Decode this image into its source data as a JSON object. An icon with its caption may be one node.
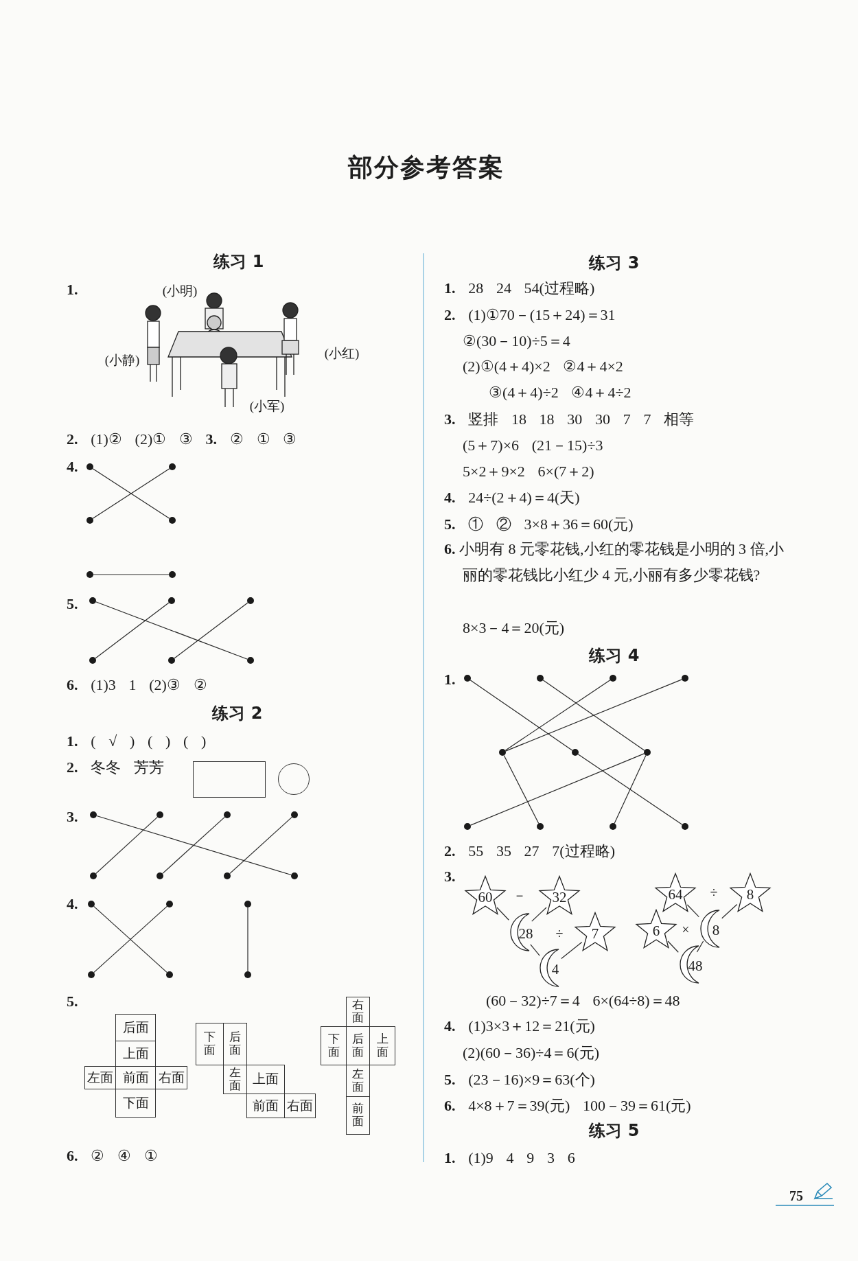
{
  "diagram": {
    "title": "部分参考答案",
    "nodes": [
      {
        "text": [],
        "shape": "dot"
      },
      {
        "text": [],
        "shape": "dot"
      },
      {
        "text": [],
        "shape": "dot"
      },
      {
        "text": [],
        "shape": "dot"
      },
      {
        "text": [],
        "shape": "dot"
      },
      {
        "text": [],
        "shape": "dot"
      },
      {
        "text": [],
        "shape": "dot"
      },
      {
        "text": [],
        "shape": "dot"
      },
      {
        "text": [],
        "shape": "dot"
      },
      {
        "text": [],
        "shape": "dot"
      },
      {
        "text": [],
        "shape": "dot"
      },
      {
        "text": [],
        "shape": "dot"
      },
      {
        "text": [],
        "shape": "box"
      },
      {
        "text": [],
        "shape": "circle"
      },
      {
        "text": [],
        "shape": "dot"
      },
      {
        "text": [],
        "shape": "dot"
      },
      {
        "text": [],
        "shape": "dot"
      },
      {
        "text": [],
        "shape": "dot"
      },
      {
        "text": [],
        "shape": "dot"
      },
      {
        "text": [],
        "shape": "dot"
      },
      {
        "text": [],
        "shape": "dot"
      },
      {
        "text": [],
        "shape": "dot"
      },
      {
        "text": [],
        "shape": "dot"
      },
      {
        "text": [],
        "shape": "dot"
      },
      {
        "text": [],
        "shape": "dot"
      },
      {
        "text": [],
        "shape": "dot"
      },
      {
        "text": [],
        "shape": "dot"
      },
      {
        "text": [],
        "shape": "dot"
      },
      {
        "text": [
          "后面"
        ]
      },
      {
        "text": [
          "上面"
        ]
      },
      {
        "text": [
          "左面"
        ]
      },
      {
        "text": [
          "前面"
        ]
      },
      {
        "text": [
          "右面"
        ]
      },
      {
        "text": [
          "下面"
        ]
      },
      {
        "text": [
          "下面"
        ]
      },
      {
        "text": [
          "后面"
        ]
      },
      {
        "text": [
          "左面"
        ]
      },
      {
        "text": [
          "上面"
        ]
      },
      {
        "text": [
          "前面"
        ]
      },
      {
        "text": [
          "右面"
        ]
      },
      {
        "text": [
          "右面"
        ]
      },
      {
        "text": [
          "下面"
        ]
      },
      {
        "text": [
          "后面"
        ]
      },
      {
        "text": [
          "上面"
        ]
      },
      {
        "text": [
          "左面"
        ]
      },
      {
        "text": [
          "前面"
        ]
      },
      {
        "text": [],
        "shape": "dot"
      },
      {
        "text": [],
        "shape": "dot"
      },
      {
        "text": [],
        "shape": "dot"
      },
      {
        "text": [],
        "shape": "dot"
      },
      {
        "text": [],
        "shape": "dot"
      },
      {
        "text": [],
        "shape": "dot"
      },
      {
        "text": [],
        "shape": "dot"
      },
      {
        "text": [],
        "shape": "dot"
      },
      {
        "text": [],
        "shape": "dot"
      },
      {
        "text": [],
        "shape": "dot"
      },
      {
        "text": [],
        "shape": "dot"
      },
      {
        "text": [
          "60"
        ]
      },
      {
        "text": [
          "32"
        ]
      },
      {
        "text": [
          "28"
        ]
      },
      {
        "text": [
          "7"
        ]
      },
      {
        "text": [
          "4"
        ]
      },
      {
        "text": [
          "64"
        ]
      },
      {
        "text": [
          "8"
        ]
      },
      {
        "text": [
          "6"
        ]
      },
      {
        "text": [
          "8"
        ]
      },
      {
        "text": [
          "48"
        ]
      }
    ],
    "edges": [
      {
        "from": 0,
        "to": 3,
        "arrow": "none"
      },
      {
        "from": 1,
        "to": 2,
        "arrow": "none"
      },
      {
        "from": 4,
        "to": 5,
        "arrow": "none"
      },
      {
        "from": 6,
        "to": 11,
        "arrow": "none"
      },
      {
        "from": 7,
        "to": 9,
        "arrow": "none"
      },
      {
        "from": 8,
        "to": 10,
        "arrow": "none"
      },
      {
        "from": 14,
        "to": 21,
        "arrow": "none"
      },
      {
        "from": 15,
        "to": 18,
        "arrow": "none"
      },
      {
        "from": 16,
        "to": 19,
        "arrow": "none"
      },
      {
        "from": 17,
        "to": 20,
        "arrow": "none"
      },
      {
        "from": 22,
        "to": 26,
        "arrow": "none"
      },
      {
        "from": 23,
        "to": 25,
        "arrow": "none"
      },
      {
        "from": 24,
        "to": 27,
        "arrow": "none"
      },
      {
        "from": 46,
        "to": 51,
        "arrow": "none"
      },
      {
        "from": 47,
        "to": 52,
        "arrow": "none"
      },
      {
        "from": 48,
        "to": 50,
        "arrow": "none"
      },
      {
        "from": 49,
        "to": 50,
        "arrow": "none"
      },
      {
        "from": 50,
        "to": 54,
        "arrow": "none"
      },
      {
        "from": 52,
        "to": 53,
        "arrow": "none"
      },
      {
        "from": 52,
        "to": 55,
        "arrow": "none"
      },
      {
        "from": 51,
        "to": 56,
        "arrow": "none"
      },
      {
        "from": 57,
        "to": 59,
        "arrow": "none"
      },
      {
        "from": 58,
        "to": 59,
        "arrow": "none"
      },
      {
        "from": 59,
        "to": 61,
        "arrow": "none"
      },
      {
        "from": 60,
        "to": 61,
        "arrow": "none"
      },
      {
        "from": 62,
        "to": 65,
        "arrow": "none"
      },
      {
        "from": 63,
        "to": 65,
        "arrow": "none"
      },
      {
        "from": 64,
        "to": 66,
        "arrow": "none"
      },
      {
        "from": 65,
        "to": 66,
        "arrow": "none"
      }
    ],
    "labels": [
      "练习 1",
      "**1.**",
      "(小明)",
      "(小静)",
      "(小红)",
      "(小军)",
      "**2.** (1)② (2)① ③ **3.** ② ① ③",
      "**4.**",
      "**5.**",
      "**6.** (1)3 1 (2)③ ②",
      "练习 2",
      "**1.** ( √ ) ( ) ( )",
      "**2.** 冬冬 芳芳",
      "**3.**",
      "**4.**",
      "**5.**",
      "**6.** ② ④ ①",
      "练习 3",
      "**1.** 28 24 54(过程略)",
      "**2.** (1)①70－(15＋24)＝31",
      "②(30－10)÷5＝4",
      "(2)①(4＋4)×2 ②4＋4×2",
      "③(4＋4)÷2 ④4＋4÷2",
      "**3.** 竖排 18 18 30 30 7 7 相等",
      "(5＋7)×6 (21－15)÷3",
      "5×2＋9×2 6×(7＋2)",
      "**4.** 24÷(2＋4)＝4(天)",
      "**5.** ① ② 3×8＋36＝60(元)",
      "**6.** 小明有 8 元零花钱,小红的零花钱是小明的 3 倍,小丽的零花钱比小红少 4 元,小丽有多少零花钱?",
      "8×3－4＝20(元)",
      "练习 4",
      "**1.**",
      "**2.** 55 35 27 7(过程略)",
      "**3.**",
      "－",
      "÷",
      "÷",
      "×",
      "(60－32)÷7＝4 6×(64÷8)＝48",
      "**4.** (1)3×3＋12＝21(元)",
      "(2)(60－36)÷4＝6(元)",
      "**5.** (23－16)×9＝63(个)",
      "**6.** 4×8＋7＝39(元) 100－39＝61(元)",
      "练习 5",
      "**1.** (1)9 4 9 3 6",
      "75"
    ]
  }
}
